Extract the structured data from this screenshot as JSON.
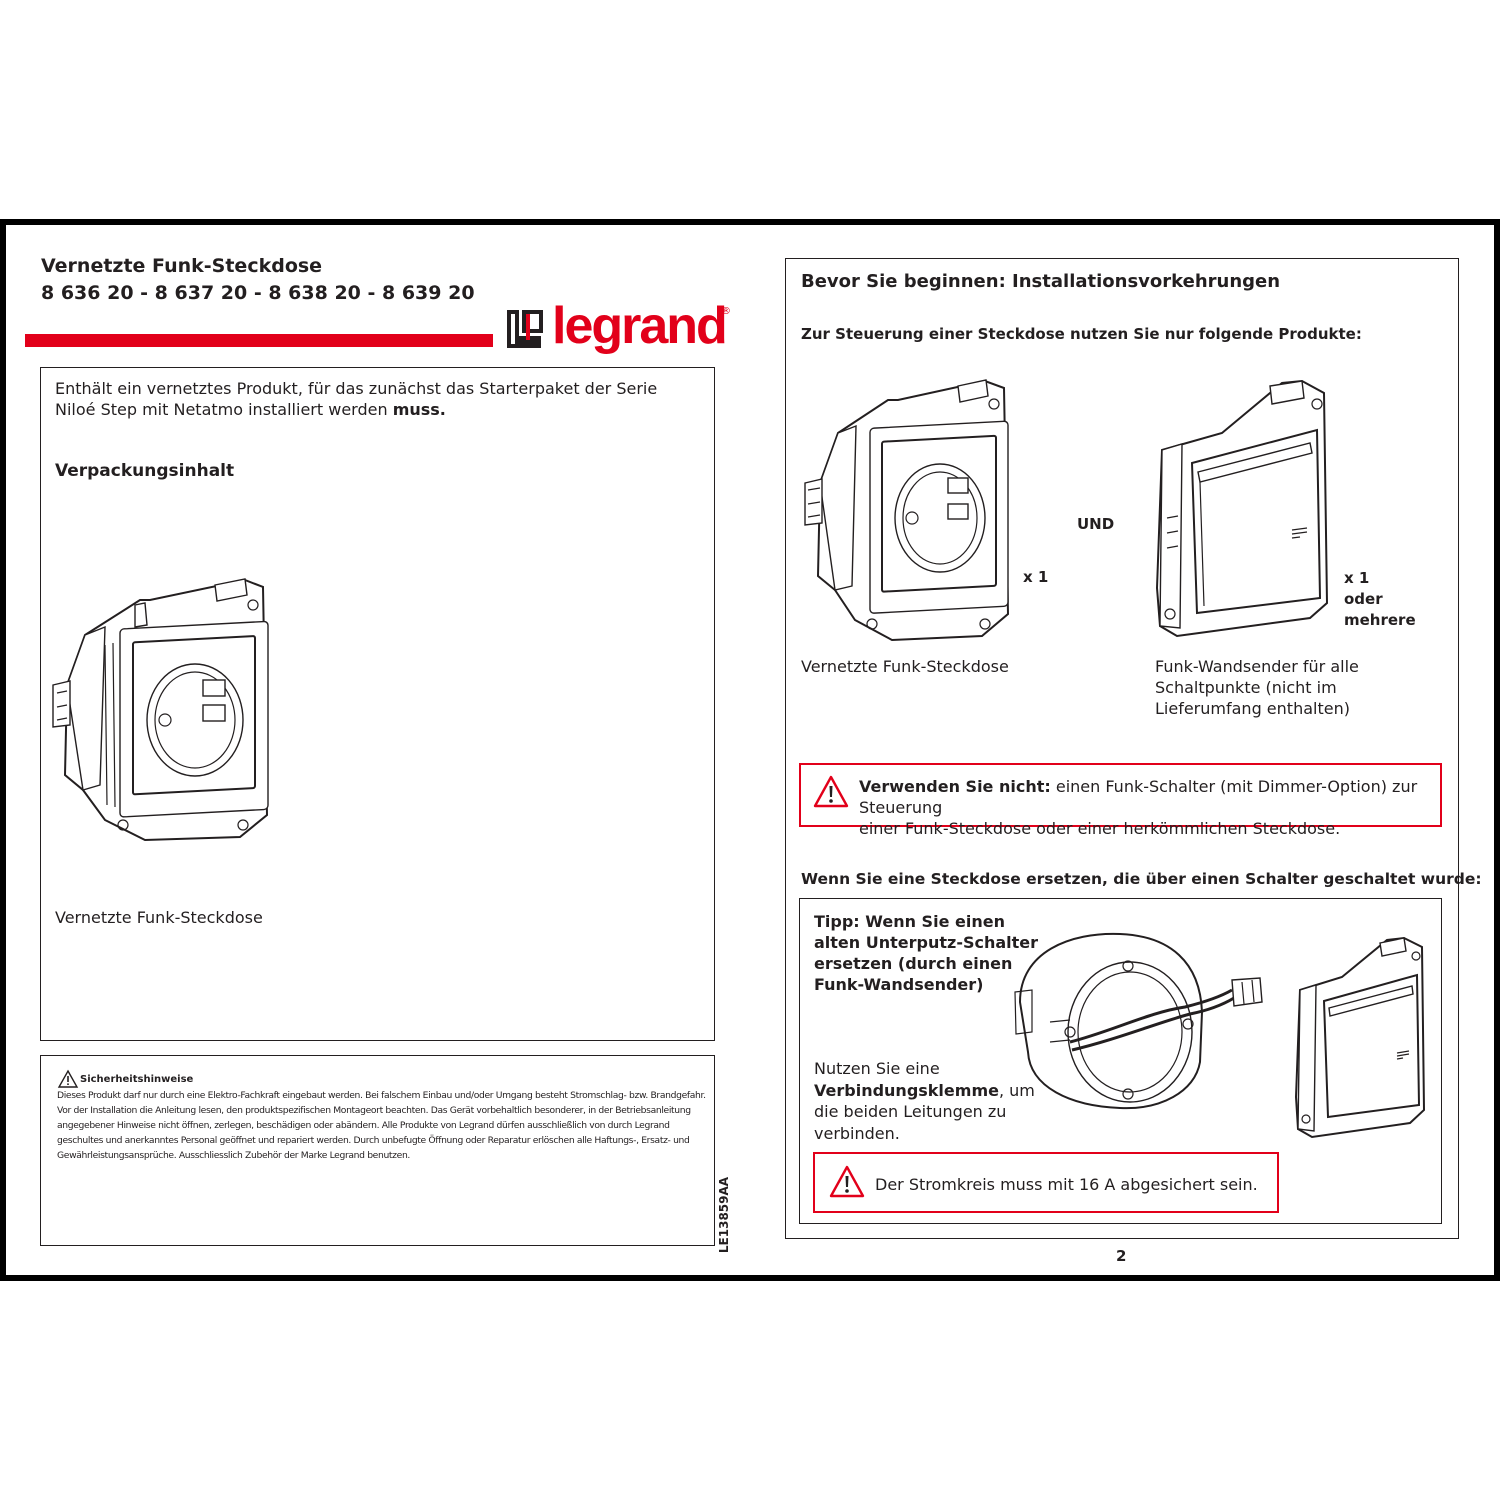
{
  "left": {
    "title_line1": "Vernetzte Funk-Steckdose",
    "title_line2": "8 636 20 - 8 637 20 - 8 638 20 - 8 639 20",
    "logo_text": "legrand",
    "logo_reg": "®",
    "intro_text": "Enthält ein vernetztes Produkt, für das zunächst das Starterpaket der Serie Niloé Step mit Netatmo installiert werden ",
    "intro_bold": "muss.",
    "package_heading": "Verpackungsinhalt",
    "socket_caption": "Vernetzte Funk-Steckdose",
    "safety_heading": "Sicherheitshinweise",
    "safety_lines": [
      "Dieses Produkt darf nur durch eine Elektro-Fachkraft eingebaut werden. Bei falschem Einbau und/oder Umgang besteht Stromschlag- bzw. Brandgefahr.",
      "Vor der Installation die Anleitung lesen, den produktspezifischen Montageort beachten. Das Gerät vorbehaltlich besonderer, in der Betriebsanleitung",
      "angegebener Hinweise nicht öffnen, zerlegen, beschädigen oder abändern. Alle Produkte von Legrand dürfen ausschließlich von durch Legrand",
      "geschultes und anerkanntes Personal geöffnet und repariert werden. Durch unbefugte Öffnung oder Reparatur erlöschen alle Haftungs-, Ersatz- und",
      "Gewährleistungsansprüche. Ausschliesslich Zubehör der Marke Legrand benutzen."
    ],
    "doc_code": "LE13859AA"
  },
  "right": {
    "heading": "Bevor Sie beginnen: Installationsvorkehrungen",
    "subheading": "Zur Steuerung einer Steckdose nutzen Sie nur folgende Produkte:",
    "und_label": "UND",
    "qty_socket": "x 1",
    "qty_transmitter": [
      "x 1",
      "oder",
      "mehrere"
    ],
    "socket_caption": "Vernetzte Funk-Steckdose",
    "transmitter_caption": [
      "Funk-Wandsender für alle",
      "Schaltpunkte (nicht im",
      "Lieferumfang enthalten)"
    ],
    "warning_bold": "Verwenden Sie nicht:",
    "warning_text1": " einen Funk-Schalter (mit Dimmer-Option) zur Steuerung",
    "warning_text2": "einer Funk-Steckdose oder einer herkömmlichen Steckdose.",
    "replace_heading": "Wenn Sie eine Steckdose ersetzen, die über einen Schalter geschaltet wurde:",
    "tip_lines": [
      "Tipp: Wenn Sie einen",
      "alten Unterputz-Schalter",
      "ersetzen (durch einen",
      "Funk-Wandsender)"
    ],
    "connect_pre": "Nutzen Sie eine",
    "connect_bold": "Verbindungsklemme",
    "connect_post1": ", um",
    "connect_post2": "die beiden Leitungen zu",
    "connect_post3": "verbinden.",
    "fuse_text": "Der Stromkreis muss mit 16 A abgesichert sein.",
    "page_number": "2"
  },
  "colors": {
    "accent_red": "#e2001a",
    "text": "#231f20",
    "frame": "#000000"
  }
}
